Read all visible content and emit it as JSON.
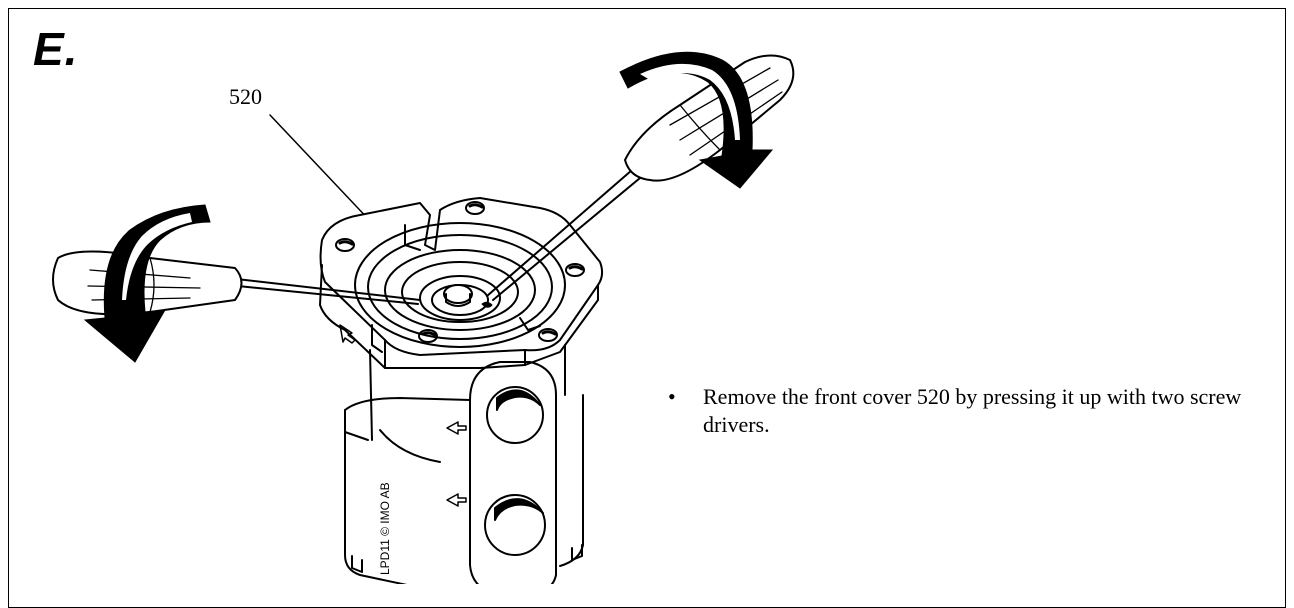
{
  "figure": {
    "step_label": "E.",
    "part_number": "520",
    "copyright": "LPD11 © IMO AB"
  },
  "instruction": {
    "bullet": "•",
    "text": "Remove the front cover 520 by pressing it up with two screw drivers."
  }
}
